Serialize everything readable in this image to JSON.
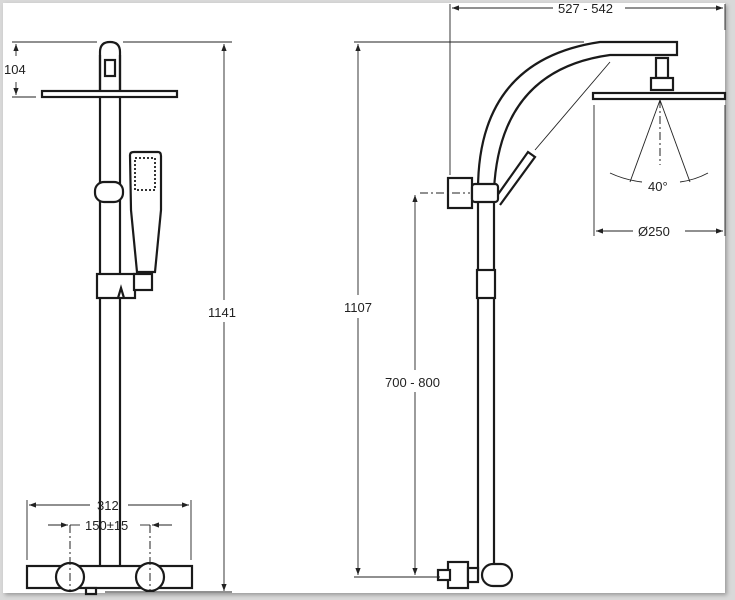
{
  "front_view": {
    "dim_head_height": "104",
    "dim_total_height": "1141",
    "dim_width": "312",
    "dim_inlet_spacing": "150±15"
  },
  "side_view": {
    "dim_projection": "527 - 542",
    "dim_spray_angle": "40°",
    "dim_head_diameter": "Ø250",
    "dim_total_height": "1107",
    "dim_mixer_height": "700 - 800"
  }
}
